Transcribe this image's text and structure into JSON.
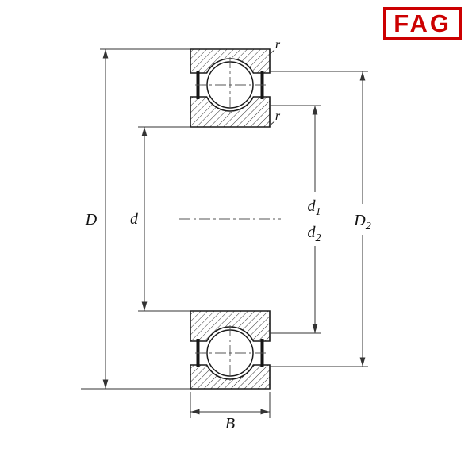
{
  "logo": {
    "text": "FAG"
  },
  "drawing": {
    "labels": {
      "D": "D",
      "d": "d",
      "d1": {
        "base": "d",
        "sub": "1"
      },
      "d2": {
        "base": "d",
        "sub": "2"
      },
      "D2": {
        "base": "D",
        "sub": "2"
      },
      "B": "B",
      "r_outer": "r",
      "r_inner": "r"
    }
  },
  "colors": {
    "accent_red": "#cc0001",
    "line": "#1b1b1b",
    "dimension_line": "#333333",
    "background": "#ffffff"
  }
}
